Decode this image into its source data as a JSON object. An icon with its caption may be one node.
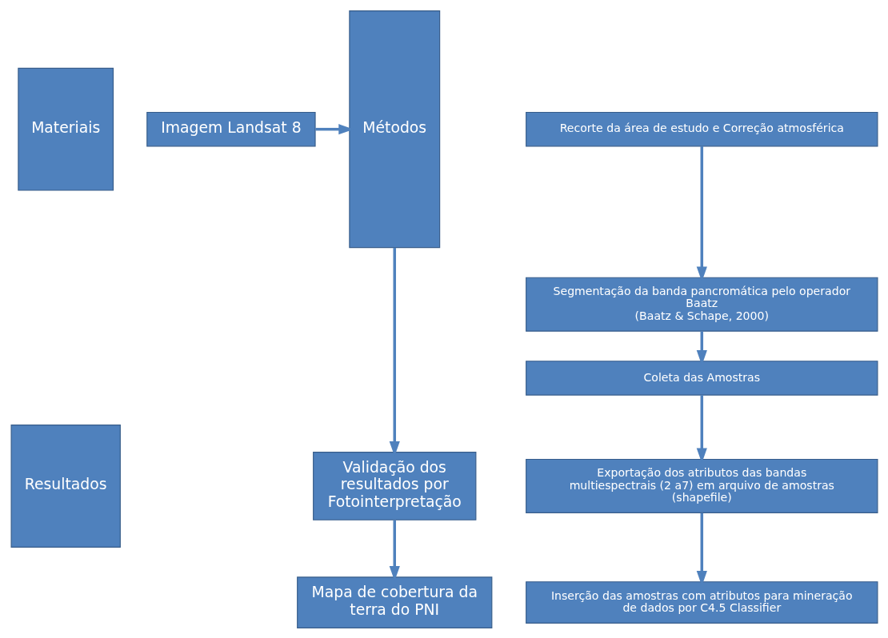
{
  "diagram": {
    "nodes": [
      {
        "text": [
          "Materiais"
        ]
      },
      {
        "text": [
          "Imagem Landsat 8"
        ]
      },
      {
        "text": [
          "Métodos"
        ]
      },
      {
        "text": [
          "Recorte da área de estudo e Correção atmosférica"
        ]
      },
      {
        "text": [
          "Segmentação da banda pancromática pelo operador Baatz",
          "(Baatz & Schape, 2000)"
        ]
      },
      {
        "text": [
          "Coleta das Amostras"
        ]
      },
      {
        "text": [
          "Exportação dos atributos das bandas multiespectrais (2 a7) em arquivo de amostras (shapefile)"
        ]
      },
      {
        "text": [
          "Inserção das amostras com atributos para mineração de dados por C4.5 Classifier"
        ]
      },
      {
        "text": [
          "Resultados"
        ]
      },
      {
        "text": [
          "Validação dos resultados por Fotointerpretação"
        ]
      },
      {
        "text": [
          "Mapa de cobertura da terra do PNI"
        ]
      }
    ],
    "edges": [
      {
        "from": 1,
        "to": 2,
        "arrow": "to"
      },
      {
        "from": 3,
        "to": 4,
        "arrow": "to"
      },
      {
        "from": 4,
        "to": 5,
        "arrow": "to"
      },
      {
        "from": 5,
        "to": 6,
        "arrow": "to"
      },
      {
        "from": 6,
        "to": 7,
        "arrow": "to"
      },
      {
        "from": 2,
        "to": 9,
        "arrow": "to"
      },
      {
        "from": 9,
        "to": 10,
        "arrow": "to"
      }
    ]
  }
}
